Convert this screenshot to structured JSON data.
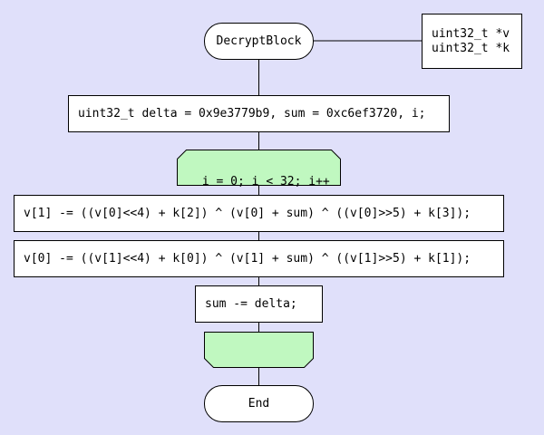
{
  "diagram": {
    "background_color": "#e0e0fa",
    "loop_fill_color": "#c0f8c0",
    "start_label": "DecryptBlock",
    "params": [
      "uint32_t *v",
      "uint32_t *k"
    ],
    "init_statement": "uint32_t delta = 0x9e3779b9, sum = 0xc6ef3720, i;",
    "loop_header": "i = 0; i < 32; i++",
    "body_statements": [
      "v[1] -= ((v[0]<<4) + k[2]) ^ (v[0] + sum) ^ ((v[0]>>5) + k[3]);",
      "v[0] -= ((v[1]<<4) + k[0]) ^ (v[1] + sum) ^ ((v[1]>>5) + k[1]);",
      "sum -= delta;"
    ],
    "loop_end_label": "",
    "end_label": "End"
  }
}
